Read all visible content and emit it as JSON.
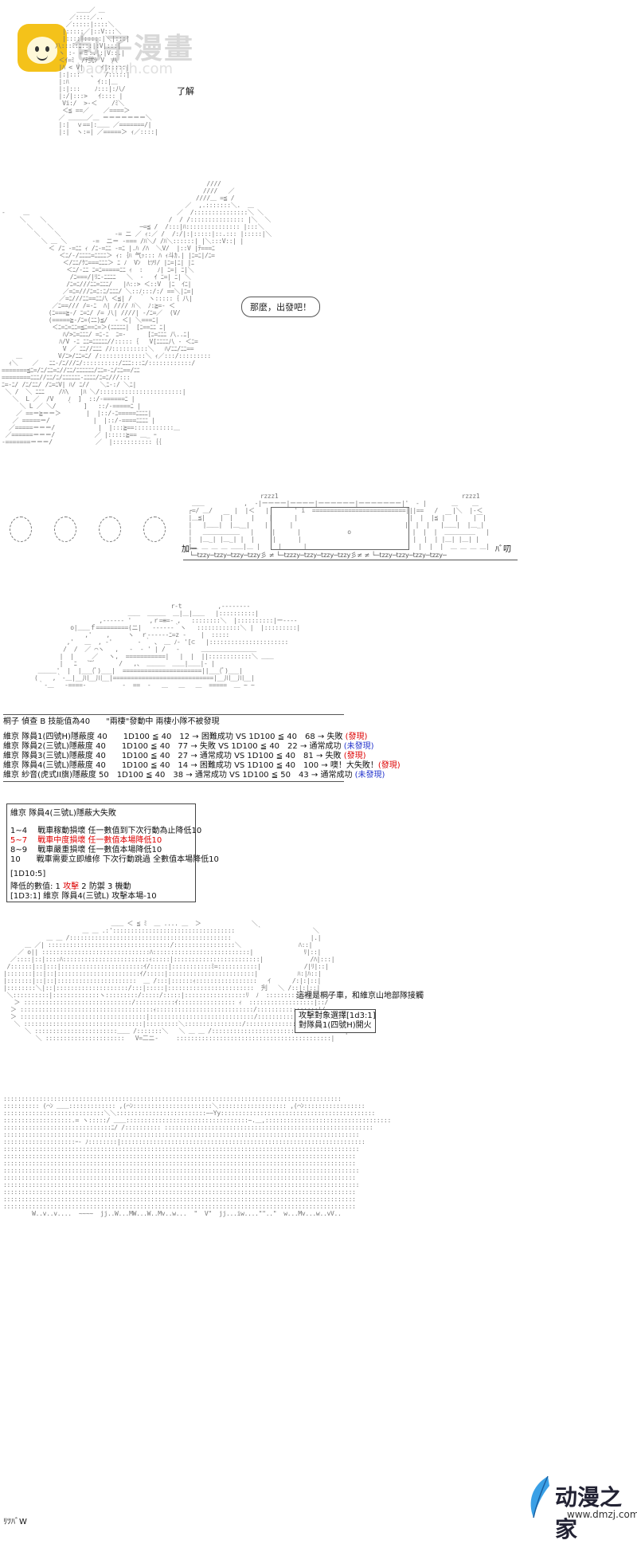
{
  "watermark_top": {
    "title": "包子漫畫",
    "subtitle": "baozimh.com"
  },
  "watermark_bottom": {
    "title": "动漫之家",
    "subtitle": "www.dmzj.com"
  },
  "speech": {
    "reply1": "了解",
    "reply2": "那麼，出發吧！",
    "narration": "這裡是桐子車，和維京山地部隊接觸",
    "target_line1": "攻擊對象選擇[1d3:1]",
    "target_line2": "對隊員1(四號H)開火"
  },
  "roll_table": {
    "header": "桐子 偵查 B 技能值為40　　\"兩棲\"發動中 兩棲小隊不被發現",
    "rows": [
      {
        "text": "維京 隊員1(四號H)隱蔽度 40　　1D100 ≦ 40　12 → 困難成功 VS 1D100 ≦ 40　68 → 失敗 ",
        "result": "(發現)",
        "color": "red"
      },
      {
        "text": "維京 隊員2(三號L)隱蔽度 40　　1D100 ≦ 40　77 → 失敗 VS 1D100 ≦ 40　22 → 通常成功 ",
        "result": "(未發現)",
        "color": "blue"
      },
      {
        "text": "維京 隊員3(三號L)隱蔽度 40　　1D100 ≦ 40　27 → 通常成功 VS 1D100 ≦ 40　81 → 失敗 ",
        "result": "(發現)",
        "color": "red"
      },
      {
        "text": "維京 隊員4(三號L)隱蔽度 40　　1D100 ≦ 40　14 → 困難成功 VS 1D100 ≦ 40　100 → 噢！大失敗！",
        "result": "(發現)",
        "color": "red"
      },
      {
        "text": "維京 紗音(虎式II旗)隱蔽度 50　1D100 ≦ 40　38 → 通常成功 VS 1D100 ≦ 50　43 → 通常成功 ",
        "result": "(未發現)",
        "color": "blue"
      }
    ]
  },
  "fumble_box": {
    "title": "維京 隊員4(三號L)隱蔽大失敗",
    "lines": [
      {
        "text": "1~4　 戰車稼動損壞 任一數值到下次行動為止降低10",
        "color": "black"
      },
      {
        "text": "5~7　 戰車中度損壞 任一數值本場降低10",
        "color": "red"
      },
      {
        "text": "8~9　 戰車嚴重損壞 任一數值本場降低10",
        "color": "black"
      },
      {
        "text": "10　　戰車需要立即維修 下次行動跳過 全數值本場降低10",
        "color": "black"
      }
    ],
    "roll": "[1D10:5]",
    "lower_prefix": "降低的數值: 1 ",
    "lower_attack": "攻擊",
    "lower_suffix": " 2 防禦 3 機動",
    "result": "[1D3:1] 維京 隊員4(三號L) 攻擊本場-10"
  },
  "sfx": {
    "rzzz1": "rzzz1",
    "rzzz2": "rzzz1",
    "bottom_left": "ﾘﾂﾊﾞW",
    "right_end": "ﾊﾞ叨",
    "track_left": "加ー",
    "track_sfx": "└─tzzy─tzzy─tzzy─tzzy彡 ≠ └─tzzzy─tzzy─tzzy─tzzy彡≠ ≠ └─tzzy─tzzy─tzzy─tzzy─"
  },
  "colors": {
    "accent_red": "#dd0000",
    "accent_blue": "#2233cc",
    "logo_yellow": "#f4c21a"
  }
}
